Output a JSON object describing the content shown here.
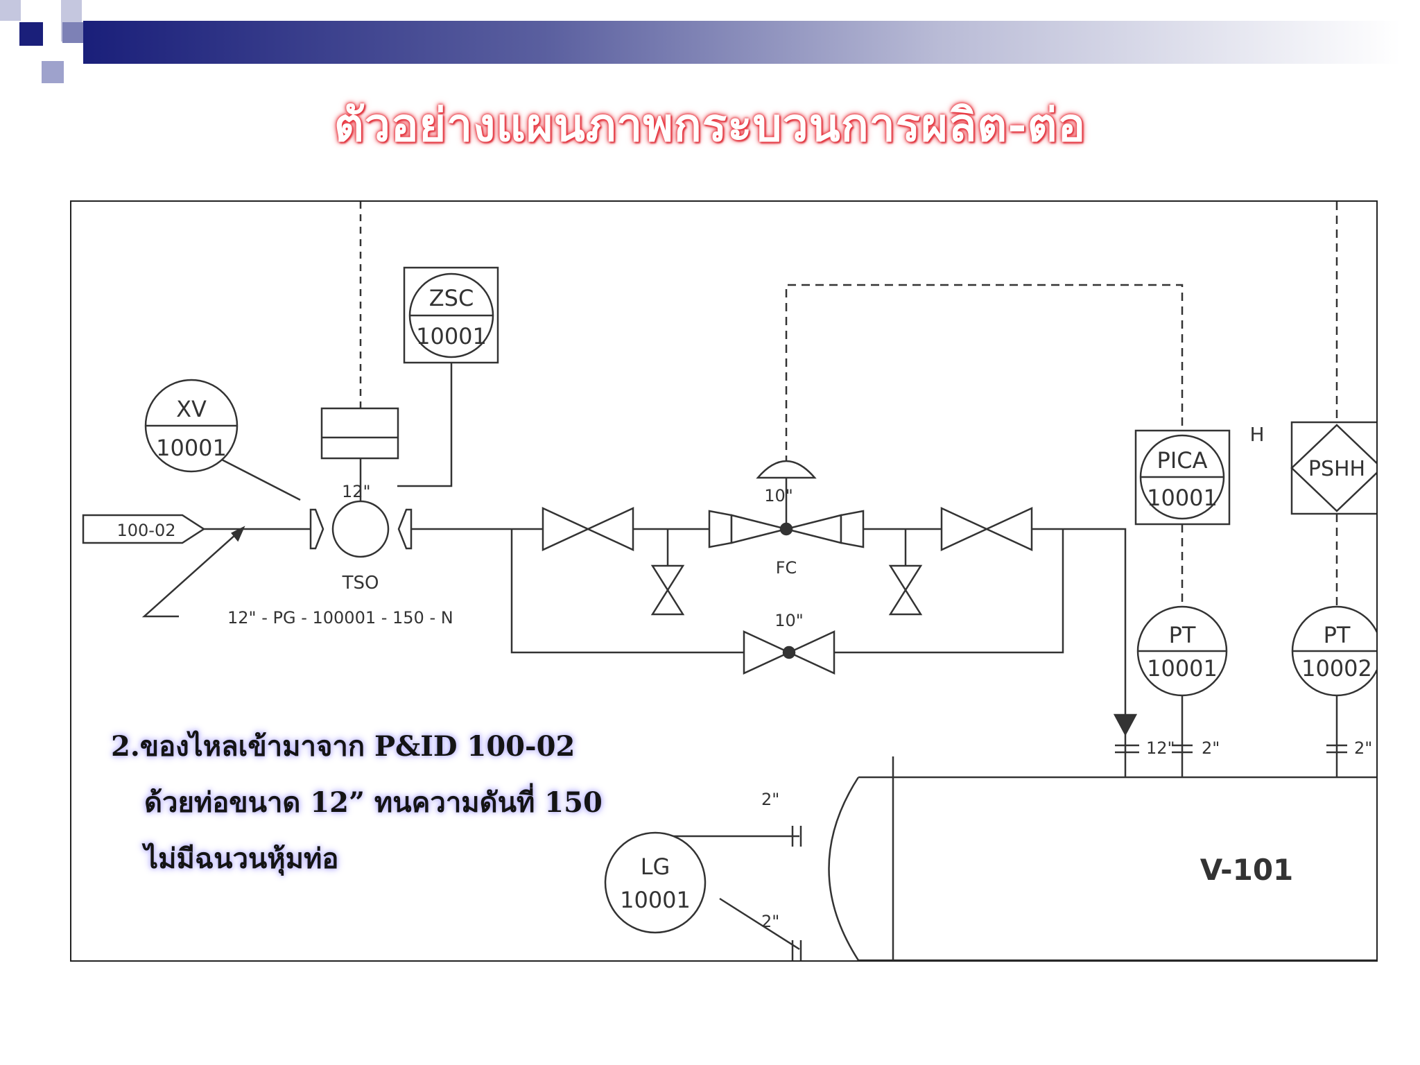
{
  "slide": {
    "title": "ตัวอย่างแผนภาพกระบวนการผลิต-ต่อ"
  },
  "diagram": {
    "instruments": {
      "zsc": {
        "tag": "ZSC",
        "num": "10001"
      },
      "xv": {
        "tag": "XV",
        "num": "10001"
      },
      "pica": {
        "tag": "PICA",
        "num": "10001"
      },
      "pshh": {
        "tag": "PSHH"
      },
      "pt1": {
        "tag": "PT",
        "num": "10001"
      },
      "pt2": {
        "tag": "PT",
        "num": "10002"
      },
      "lg": {
        "tag": "LG",
        "num": "10001"
      }
    },
    "labels": {
      "line_source": "100-02",
      "line_spec": "12\" - PG - 100001 - 150 - N",
      "tso_size": "12\"",
      "tso": "TSO",
      "fc_size": "10\"",
      "fc": "FC",
      "bypass_size": "10\"",
      "alarm_high": "H",
      "nozzle_12": "12\"",
      "nozzle_2a": "2\"",
      "nozzle_2b": "2\"",
      "lg_top_size": "2\"",
      "lg_bottom_size": "2\"",
      "vessel": "V-101"
    }
  },
  "note": {
    "line1": "2.ของไหลเข้ามาจาก P&ID 100-02",
    "line2": "ด้วยท่อขนาด 12” ทนความดันที่ 150",
    "line3": "ไม่มีฉนวนหุ้มท่อ"
  },
  "colors": {
    "title_glow": "#e8303a",
    "header_dark": "#1a1f7a",
    "note_glow": "#b9b4ff"
  }
}
